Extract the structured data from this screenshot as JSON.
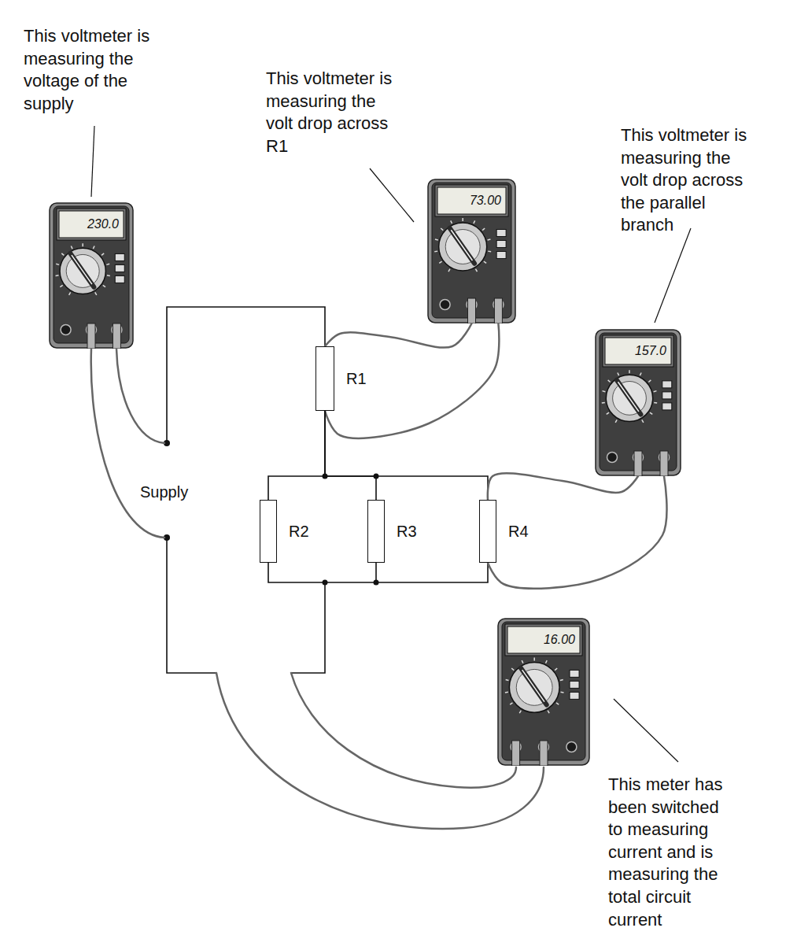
{
  "diagram": {
    "nodes": [
      {
        "text": [
          "230.0"
        ]
      },
      {
        "text": [
          "73.00"
        ]
      },
      {
        "text": [
          "R1"
        ]
      },
      {
        "text": [
          "157.0"
        ]
      },
      {
        "text": [
          "R2"
        ]
      },
      {
        "text": [
          "R3"
        ]
      },
      {
        "text": [
          "R4"
        ]
      },
      {
        "text": [
          "16.00"
        ]
      }
    ],
    "edges": [
      {
        "from": 1,
        "to": 2,
        "arrow": "none"
      },
      {
        "from": 1,
        "to": 2,
        "arrow": "none"
      },
      {
        "from": 2,
        "to": 4,
        "arrow": "none"
      },
      {
        "from": 2,
        "to": 5,
        "arrow": "none"
      },
      {
        "from": 2,
        "to": 6,
        "arrow": "none"
      },
      {
        "from": 3,
        "to": 6,
        "arrow": "none"
      },
      {
        "from": 3,
        "to": 6,
        "arrow": "none"
      }
    ],
    "labels": [
      "This voltmeter is measuring the voltage of the supply",
      "This voltmeter is measuring the volt drop across R1",
      "This voltmeter is measuring the volt drop across the parallel branch",
      "Supply",
      "This meter has been switched to measuring current and is measuring the total circuit current"
    ]
  }
}
